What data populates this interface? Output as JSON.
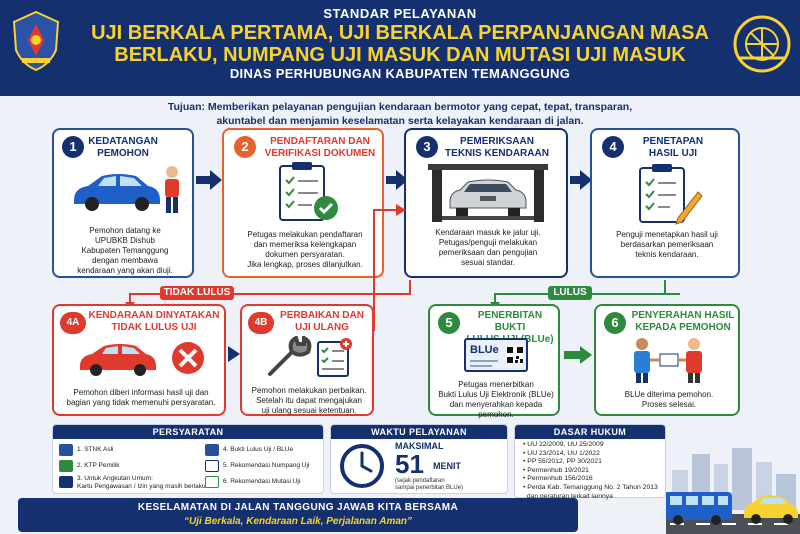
{
  "header": {
    "supertitle": "STANDAR PELAYANAN",
    "title_line1": "UJI BERKALA PERTAMA, UJI BERKALA PERPANJANGAN MASA",
    "title_line2": "BERLAKU, NUMPANG UJI MASUK DAN MUTASI UJI MASUK",
    "subtitle": "DINAS PERHUBUNGAN KABUPATEN TEMANGGUNG"
  },
  "purpose": {
    "line1": "Tujuan: Memberikan pelayanan pengujian kendaraan bermotor yang cepat, tepat, transparan,",
    "line2": "akuntabel dan menjamin keselamatan serta kelayakan kendaraan di jalan."
  },
  "steps": [
    {
      "num": "1",
      "title1": "KEDATANGAN",
      "title2": "PEMOHON",
      "desc": [
        "Pemohon datang ke",
        "UPUBKB Dishub",
        "Kabupaten Temanggung",
        "dengan membawa",
        "kendaraan yang akan diuji."
      ]
    },
    {
      "num": "2",
      "title1": "PENDAFTARAN DAN",
      "title2": "VERIFIKASI DOKUMEN",
      "desc": [
        "Petugas melakukan pendaftaran",
        "dan memeriksa kelengkapan",
        "dokumen persyaratan.",
        "Jika lengkap, proses dilanjutkan."
      ]
    },
    {
      "num": "3",
      "title1": "PEMERIKSAAN",
      "title2": "TEKNIS KENDARAAN",
      "desc": [
        "Kendaraan masuk ke jalur uji.",
        "Petugas/penguji melakukan",
        "pemeriksaan dan pengujian",
        "sesuai standar."
      ]
    },
    {
      "num": "4",
      "title1": "PENETAPAN",
      "title2": "HASIL UJI",
      "desc": [
        "Penguji menetapkan hasil uji",
        "berdasarkan pemeriksaan",
        "teknis kendaraan."
      ]
    },
    {
      "num": "4A",
      "title1": "KENDARAAN DINYATAKAN",
      "title2": "TIDAK LULUS UJI",
      "desc": [
        "Pemohon diberi informasi hasil uji dan",
        "bagian yang tidak memenuhi persyaratan."
      ]
    },
    {
      "num": "4B",
      "title1": "PERBAIKAN DAN",
      "title2": "UJI ULANG",
      "desc": [
        "Pemohon melakukan perbaikan.",
        "Setelah itu dapat mengajukan",
        "uji ulang sesuai ketentuan."
      ]
    },
    {
      "num": "5",
      "title1": "PENERBITAN BUKTI",
      "title2": "LULUS UJI (BLUe)",
      "desc": [
        "Petugas menerbitkan",
        "Bukti Lulus Uji Elektronik (BLUe)",
        "dan menyerahkan kepada",
        "pemohon."
      ]
    },
    {
      "num": "6",
      "title1": "PENYERAHAN HASIL",
      "title2": "KEPADA PEMOHON",
      "desc": [
        "BLUe diterima pemohon.",
        "Proses selesai."
      ]
    }
  ],
  "tags": {
    "fail": "TIDAK LULUS",
    "pass": "LULUS"
  },
  "blue_label": "BLUe",
  "requirements": {
    "title": "PERSYARATAN",
    "items": [
      "1. STNK Asli",
      "2. KTP Pemilik",
      "3. Untuk Angkutan Umum:",
      "Kartu Pengawasan / Izin yang masih berlaku",
      "4. Bukti Lulus Uji / BLUe",
      "5. Rekomendasi Numpang Uji",
      "6. Rekomendasi Mutasi Uji"
    ]
  },
  "service_time": {
    "title": "WAKTU PELAYANAN",
    "label": "MAKSIMAL",
    "value": "51",
    "unit": "MENIT",
    "note1": "(sejak pendaftaran",
    "note2": "sampai penerbitan BLUe)"
  },
  "legal": {
    "title": "DASAR HUKUM",
    "items": [
      "UU 22/2009, UU 25/2009",
      "UU 23/2014, UU 1/2022",
      "PP 55/2012, PP 30/2021",
      "Permenhub 19/2021",
      "Permenhub 156/2016",
      "Perda Kab. Temanggung No. 2 Tahun 2013",
      "dan peraturan terkait lainnya"
    ]
  },
  "footer": {
    "line1": "KESELAMATAN DI JALAN TANGGUNG JAWAB KITA BERSAMA",
    "line2": "“Uji Berkala, Kendaraan Laik, Perjalanan Aman”"
  },
  "colors": {
    "navy": "#14306e",
    "yellow": "#f7d230",
    "red": "#e03a2f",
    "orange": "#e8602c",
    "green": "#2e8b3d",
    "blue": "#2a4f9b"
  }
}
